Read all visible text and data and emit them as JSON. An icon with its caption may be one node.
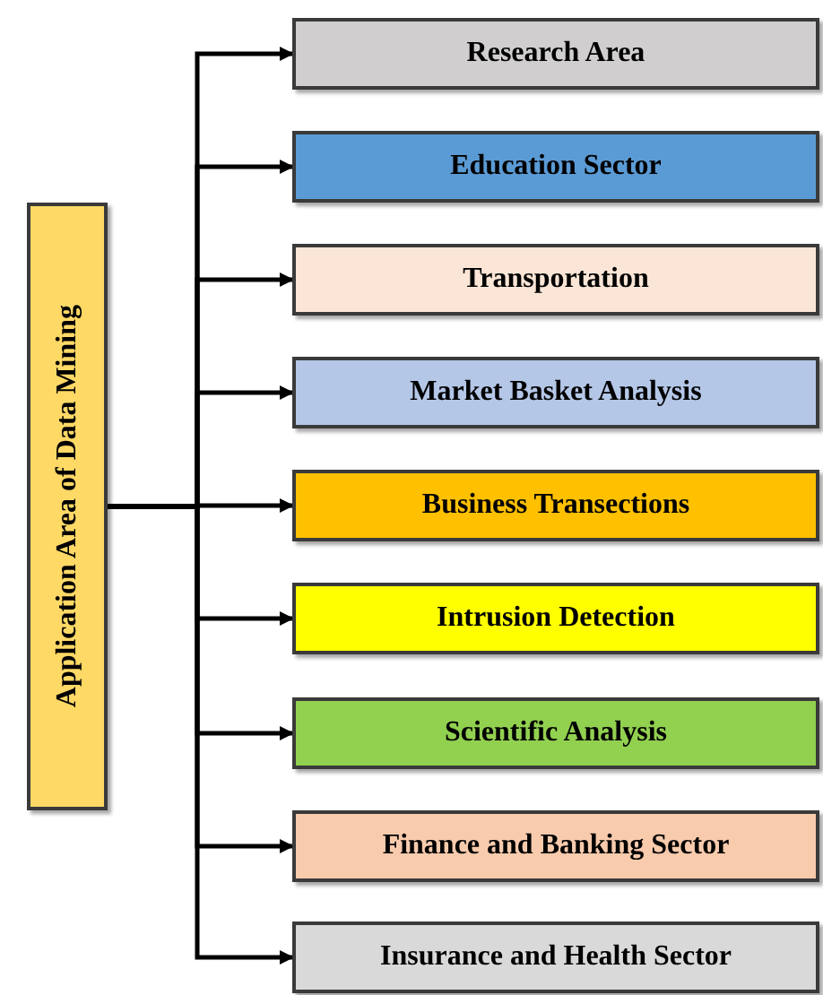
{
  "diagram": {
    "nodes": [
      {
        "text": [
          "Application Area of Data Mining"
        ]
      },
      {
        "text": [
          "Research Area"
        ]
      },
      {
        "text": [
          "Education Sector"
        ]
      },
      {
        "text": [
          "Transportation"
        ]
      },
      {
        "text": [
          "Market Basket Analysis"
        ]
      },
      {
        "text": [
          "Business Transections"
        ]
      },
      {
        "text": [
          "Intrusion Detection"
        ]
      },
      {
        "text": [
          "Scientific Analysis"
        ]
      },
      {
        "text": [
          "Finance and Banking Sector"
        ]
      },
      {
        "text": [
          "Insurance and Health Sector"
        ]
      }
    ],
    "edges": [
      {
        "from": 0,
        "to": 1,
        "arrow": "to"
      },
      {
        "from": 0,
        "to": 2,
        "arrow": "to"
      },
      {
        "from": 0,
        "to": 3,
        "arrow": "to"
      },
      {
        "from": 0,
        "to": 4,
        "arrow": "to"
      },
      {
        "from": 0,
        "to": 5,
        "arrow": "to"
      },
      {
        "from": 0,
        "to": 6,
        "arrow": "to"
      },
      {
        "from": 0,
        "to": 7,
        "arrow": "to"
      },
      {
        "from": 0,
        "to": 8,
        "arrow": "to"
      },
      {
        "from": 0,
        "to": 9,
        "arrow": "to"
      }
    ]
  }
}
